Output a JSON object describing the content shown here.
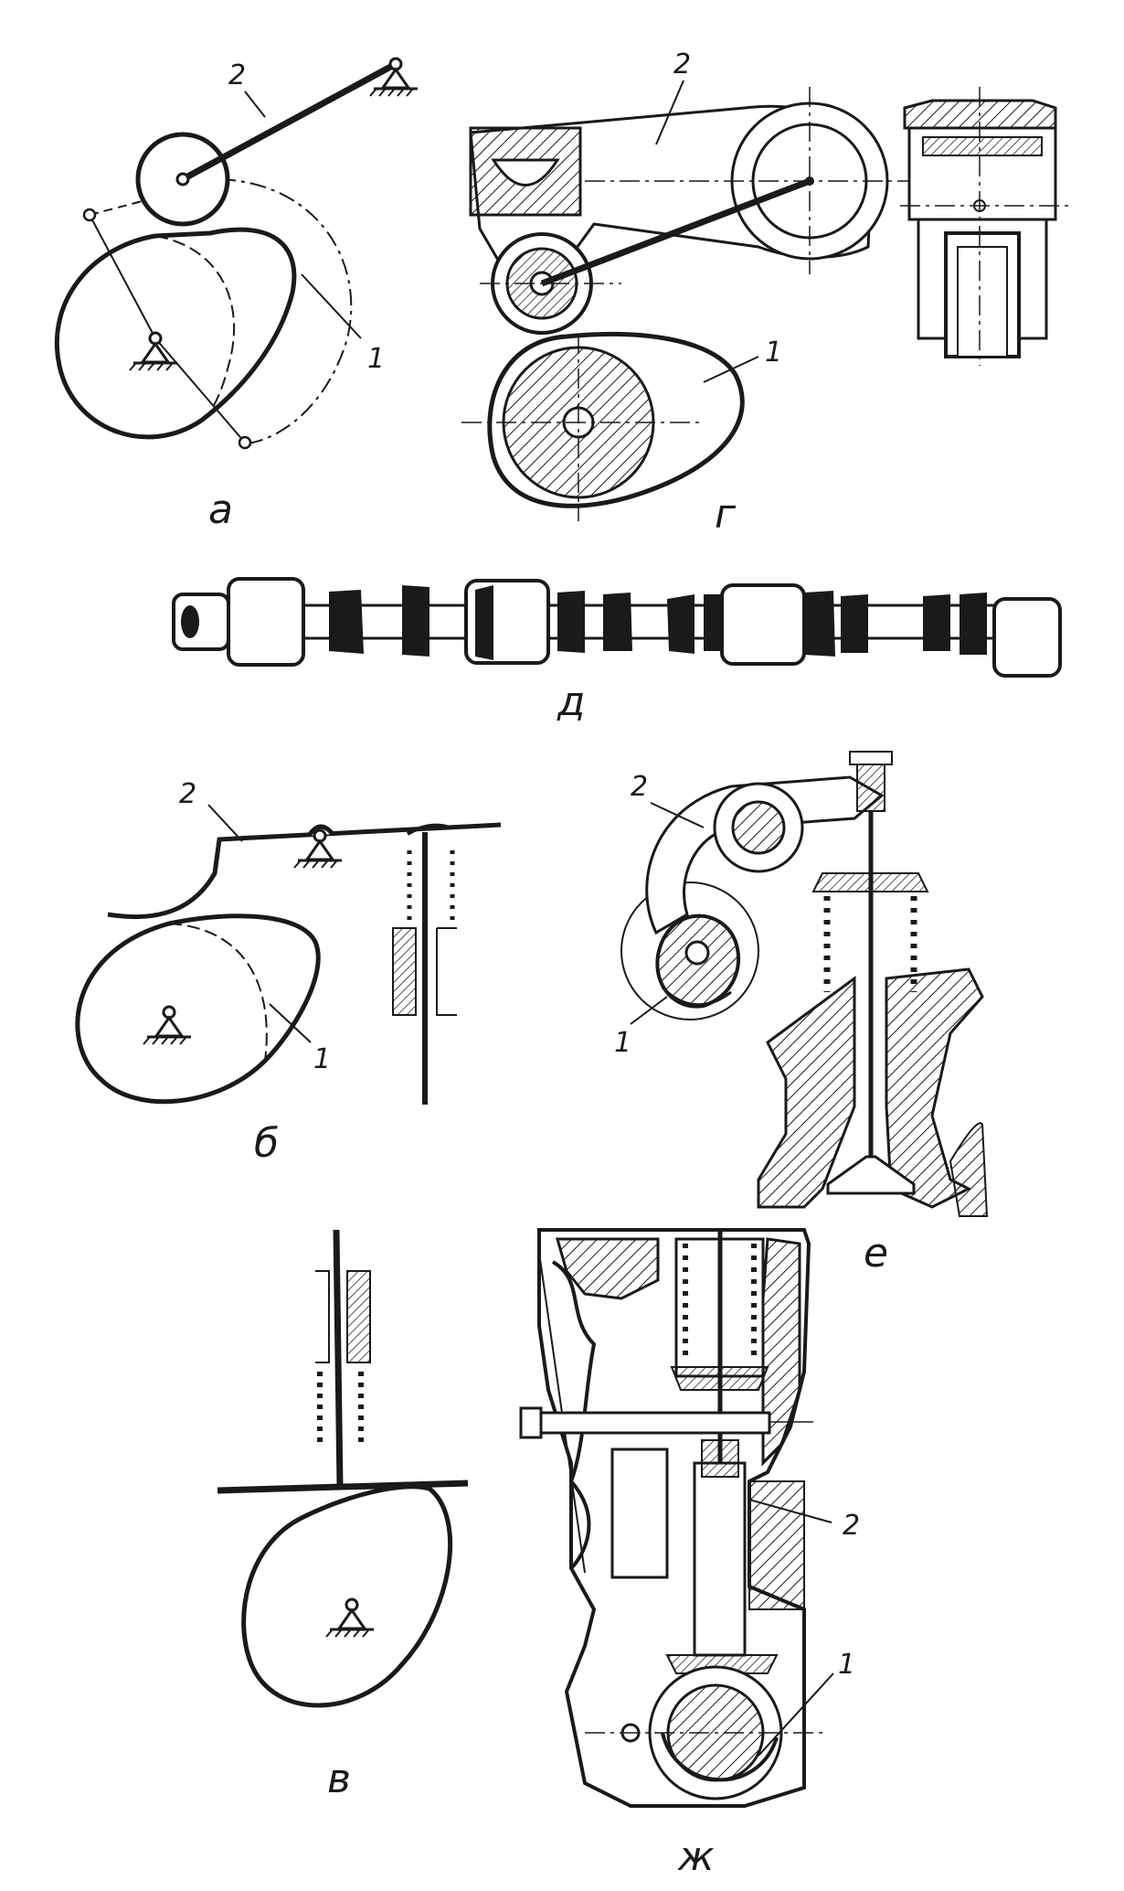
{
  "figures": {
    "a": {
      "caption": "а",
      "cam_label": "1",
      "follower_label": "2"
    },
    "g": {
      "caption": "г",
      "cam_label": "1",
      "follower_label": "2"
    },
    "d": {
      "caption": "д"
    },
    "b": {
      "caption": "б",
      "cam_label": "1",
      "follower_label": "2"
    },
    "e": {
      "caption": "е",
      "cam_label": "1",
      "follower_label": "2"
    },
    "v": {
      "caption": "в"
    },
    "zh": {
      "caption": "ж",
      "cam_label": "1",
      "follower_label": "2"
    }
  },
  "colors": {
    "ink": "#1a1a1a",
    "paper": "#ffffff"
  }
}
